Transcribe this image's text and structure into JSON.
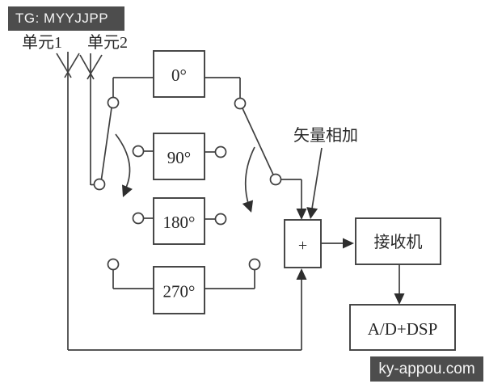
{
  "watermarks": {
    "telegram": "TG: MYYJJPP",
    "site": "ky-appou.com"
  },
  "diagram": {
    "antennas": [
      {
        "label": "单元1"
      },
      {
        "label": "单元2"
      }
    ],
    "phase_shifters": [
      {
        "label": "0°"
      },
      {
        "label": "90°"
      },
      {
        "label": "180°"
      },
      {
        "label": "270°"
      }
    ],
    "combiner": {
      "label": "+",
      "annotation": "矢量相加"
    },
    "receiver": {
      "label": "接收机"
    },
    "dsp": {
      "label": "A/D+DSP"
    },
    "colors": {
      "line": "#3f3f3f",
      "watermark_bg": "#4d4d4d",
      "background": "#ffffff"
    }
  }
}
